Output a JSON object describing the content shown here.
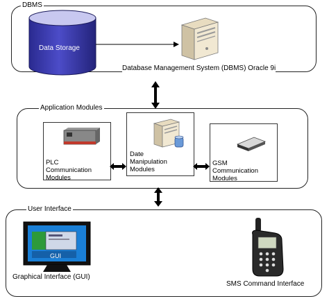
{
  "dbms": {
    "title": "DBMS",
    "storage_label": "Data Storage",
    "server_label": "Database Management System (DBMS) Oracle 9i"
  },
  "app": {
    "title": "Application Modules",
    "plc_label": "PLC\nCommunication\nModules",
    "date_label": "Date\nManipulation\nModules",
    "gsm_label": "GSM\nCommunication\nModules"
  },
  "ui": {
    "title": "User Interface",
    "gui_screen_text": "GUI",
    "gui_label": "Graphical Interface (GUI)",
    "sms_label": "SMS Command Interface"
  },
  "colors": {
    "cylinder": "#3a3aa8",
    "monitor_screen": "#1a7fd6",
    "plc_red": "#c0392b"
  }
}
